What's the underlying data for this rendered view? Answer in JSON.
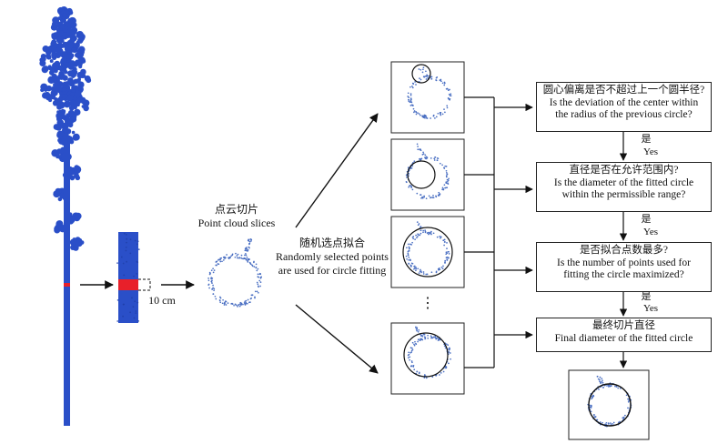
{
  "colors": {
    "tree": "#2a4fc8",
    "slice_highlight": "#e8202a",
    "points": "#4a6fc2",
    "line": "#111111"
  },
  "labels": {
    "slice_height": "10 cm",
    "slices_zh": "点云切片",
    "slices_en": "Point cloud slices",
    "random_zh": "随机选点拟合",
    "random_en_1": "Randomly selected points",
    "random_en_2": "are used for circle fitting",
    "ellipsis": "⋮"
  },
  "decisions": [
    {
      "zh": "圆心偏离是否不超过上一个圆半径?",
      "en_1": "Is the deviation of the center within",
      "en_2": "the radius of the previous circle?"
    },
    {
      "zh": "直径是否在允许范围内?",
      "en_1": "Is the diameter of the fitted circle",
      "en_2": "within the permissible range?"
    },
    {
      "zh": "是否拟合点数最多?",
      "en_1": "Is the number of points used for",
      "en_2": "fitting the circle maximized?"
    },
    {
      "zh": "最终切片直径",
      "en_1": "Final diameter of the fitted circle",
      "en_2": ""
    }
  ],
  "yes_labels": [
    {
      "zh": "是",
      "en": "Yes"
    },
    {
      "zh": "是",
      "en": "Yes"
    },
    {
      "zh": "是",
      "en": "Yes"
    }
  ]
}
